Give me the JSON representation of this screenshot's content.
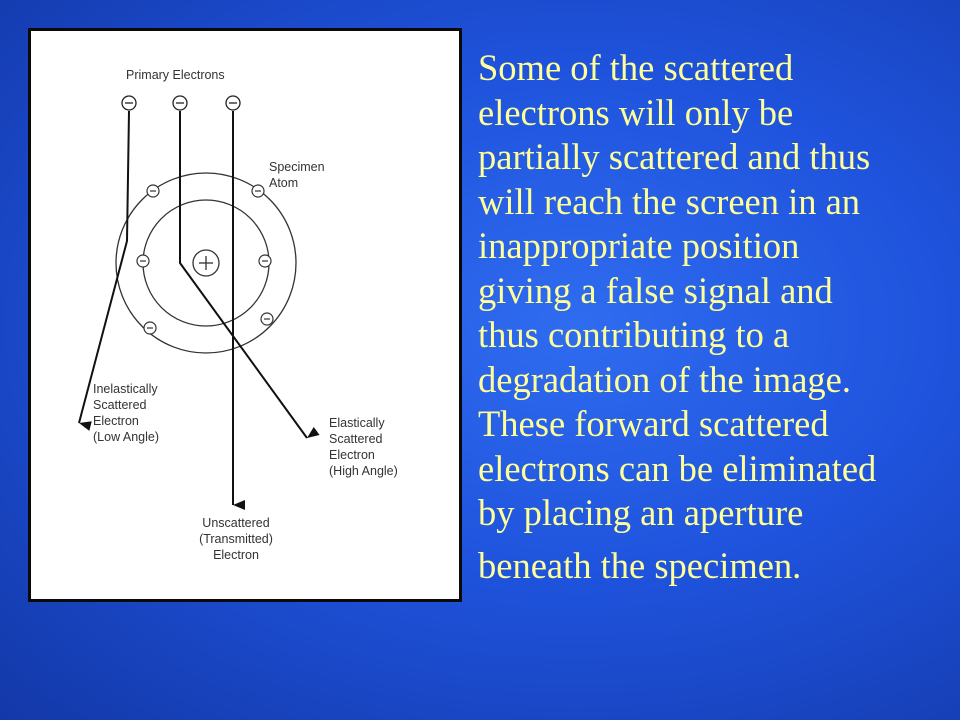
{
  "diagram": {
    "labels": {
      "primary": "Primary Electrons",
      "specimen_line1": "Specimen",
      "specimen_line2": "Atom",
      "inelastic_line1": "Inelastically",
      "inelastic_line2": "Scattered",
      "inelastic_line3": "Electron",
      "inelastic_line4": "(Low Angle)",
      "elastic_line1": "Elastically",
      "elastic_line2": "Scattered",
      "elastic_line3": "Electron",
      "elastic_line4": "(High Angle)",
      "unscattered_line1": "Unscattered",
      "unscattered_line2": "(Transmitted)",
      "unscattered_line3": "Electron"
    },
    "symbols": {
      "electron": "−",
      "nucleus": "+"
    }
  },
  "text_lines": [
    "Some of the scattered",
    "electrons will only be",
    "partially scattered and thus",
    "will reach the screen in an",
    "inappropriate position",
    "giving a false signal and",
    "thus contributing to a",
    "degradation of the image.",
    "These forward scattered",
    "electrons can be eliminated",
    "by placing an aperture",
    "beneath the specimen."
  ],
  "colors": {
    "background": "#1f53dd",
    "text": "#ffff99",
    "panel": "#ffffff",
    "border": "#0a0a0a"
  }
}
